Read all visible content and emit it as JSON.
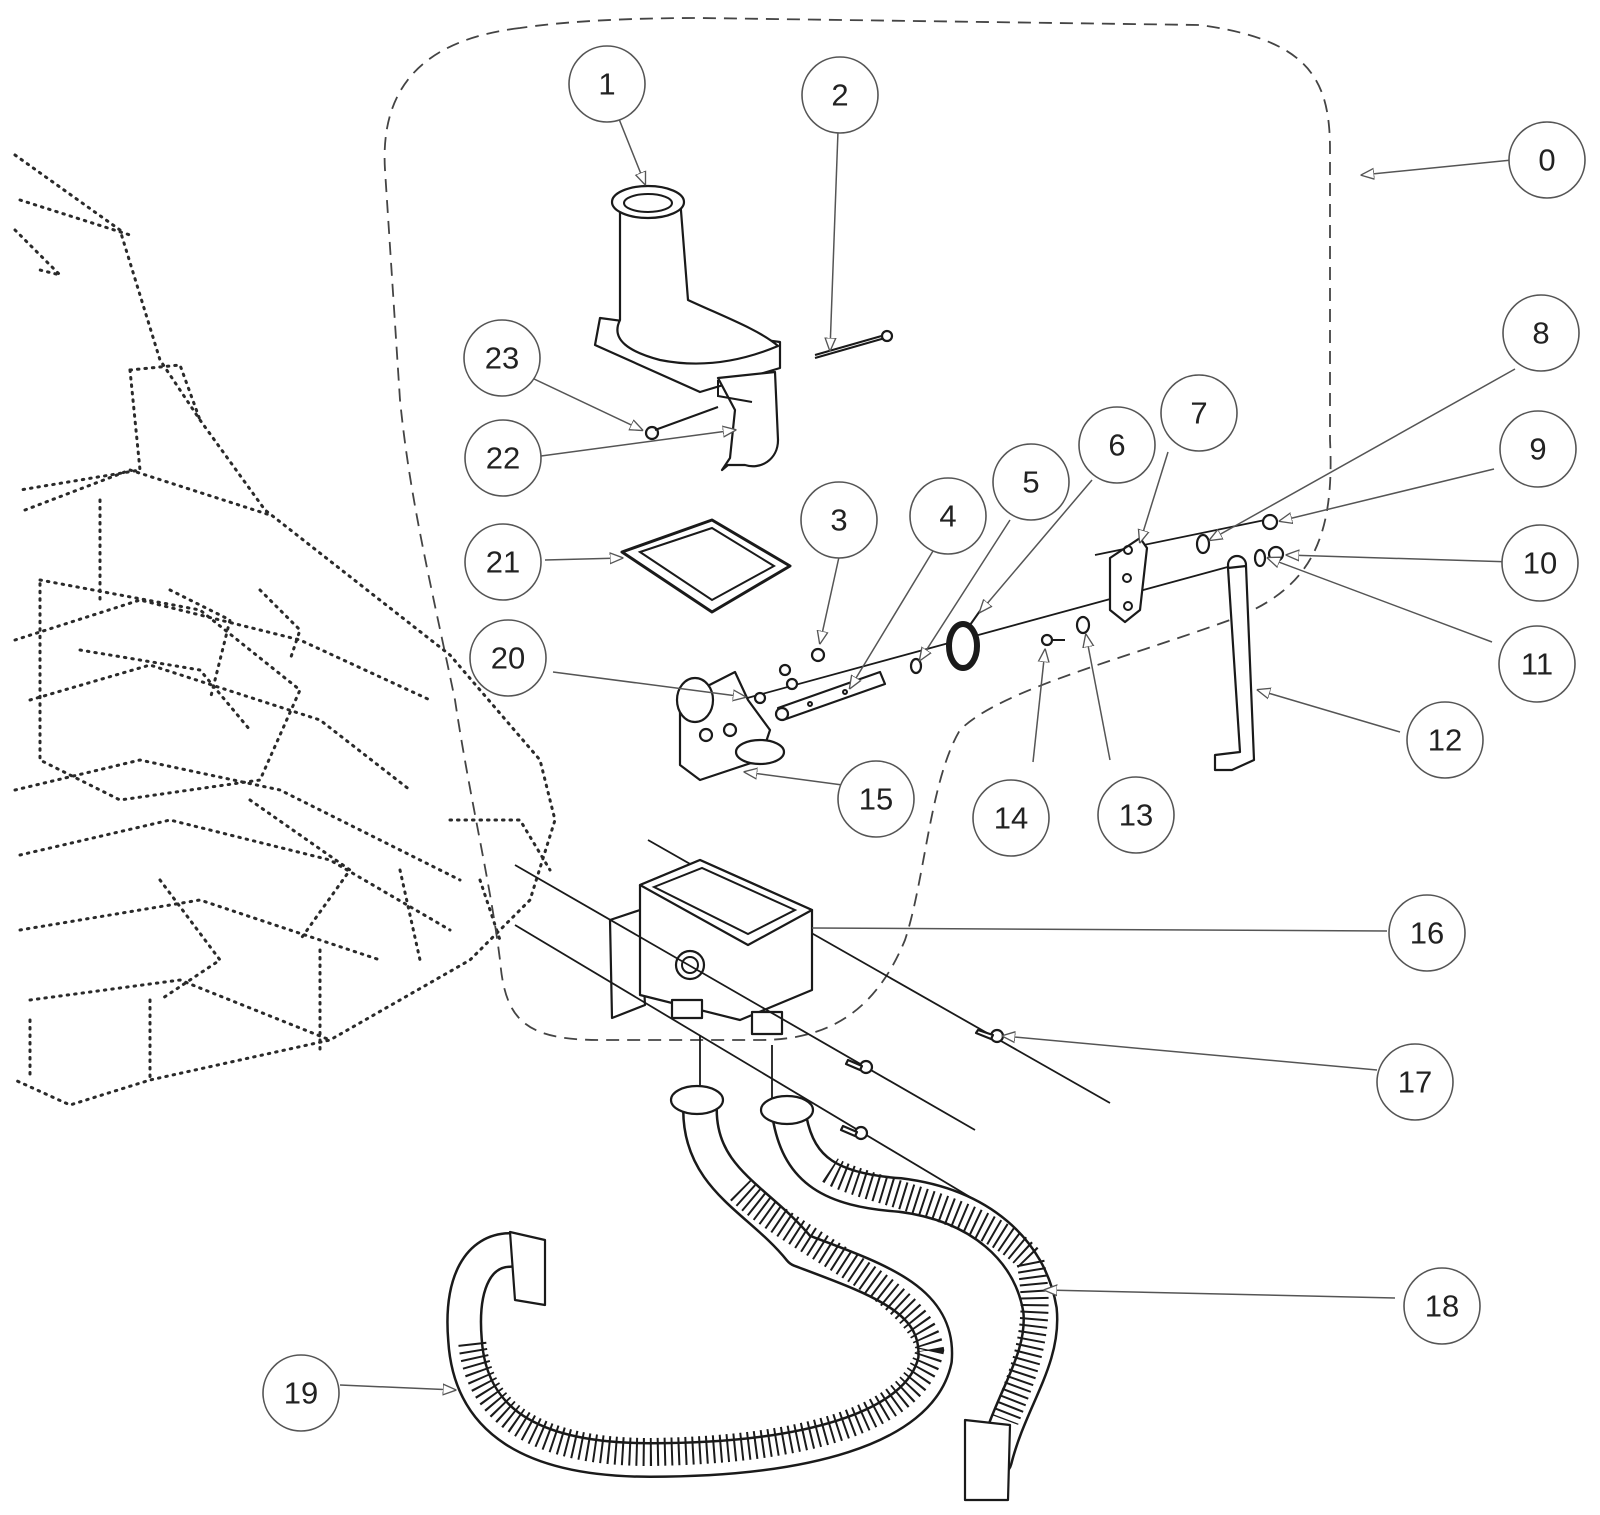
{
  "diagram": {
    "callouts": [
      {
        "id": "c0",
        "label": "0"
      },
      {
        "id": "c1",
        "label": "1"
      },
      {
        "id": "c2",
        "label": "2"
      },
      {
        "id": "c3",
        "label": "3"
      },
      {
        "id": "c4",
        "label": "4"
      },
      {
        "id": "c5",
        "label": "5"
      },
      {
        "id": "c6",
        "label": "6"
      },
      {
        "id": "c7",
        "label": "7"
      },
      {
        "id": "c8",
        "label": "8"
      },
      {
        "id": "c9",
        "label": "9"
      },
      {
        "id": "c10",
        "label": "10"
      },
      {
        "id": "c11",
        "label": "11"
      },
      {
        "id": "c12",
        "label": "12"
      },
      {
        "id": "c13",
        "label": "13"
      },
      {
        "id": "c14",
        "label": "14"
      },
      {
        "id": "c15",
        "label": "15"
      },
      {
        "id": "c16",
        "label": "16"
      },
      {
        "id": "c17",
        "label": "17"
      },
      {
        "id": "c18",
        "label": "18"
      },
      {
        "id": "c19",
        "label": "19"
      },
      {
        "id": "c20",
        "label": "20"
      },
      {
        "id": "c21",
        "label": "21"
      },
      {
        "id": "c22",
        "label": "22"
      },
      {
        "id": "c23",
        "label": "23"
      }
    ],
    "colors": {
      "line": "#1a1a1a",
      "callout_stroke": "#555555",
      "background": "#ffffff"
    }
  }
}
